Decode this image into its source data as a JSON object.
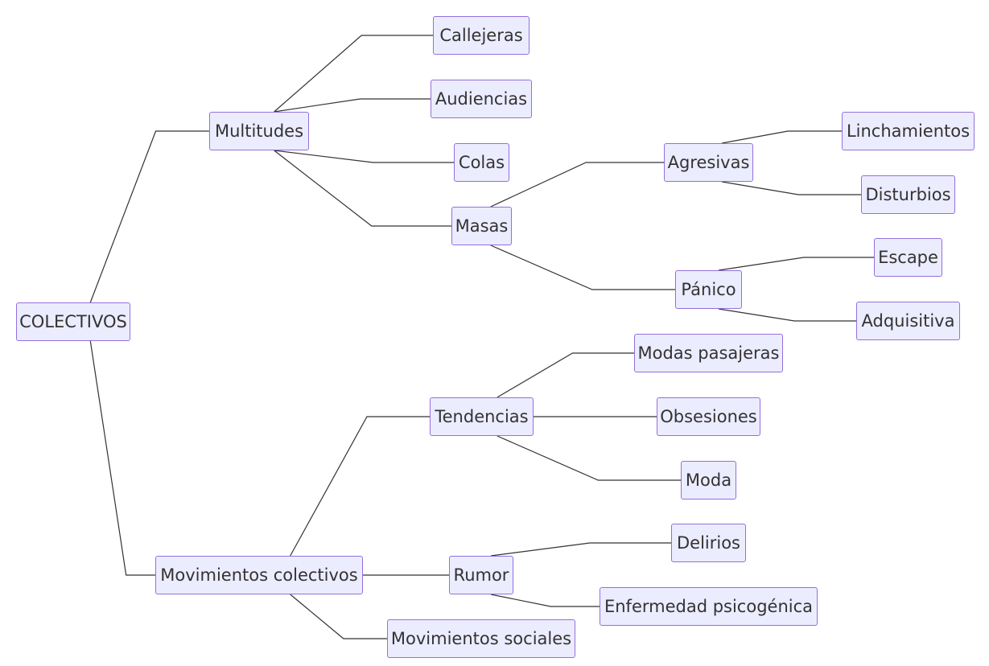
{
  "diagram": {
    "type": "mindmap",
    "nodes": [
      {
        "id": "colectivos",
        "label": "COLECTIVOS"
      },
      {
        "id": "multitudes",
        "label": "Multitudes"
      },
      {
        "id": "movimientos-colectivos",
        "label": "Movimientos colectivos"
      },
      {
        "id": "callejeras",
        "label": "Callejeras"
      },
      {
        "id": "audiencias",
        "label": "Audiencias"
      },
      {
        "id": "colas",
        "label": "Colas"
      },
      {
        "id": "masas",
        "label": "Masas"
      },
      {
        "id": "agresivas",
        "label": "Agresivas"
      },
      {
        "id": "panico",
        "label": "Pánico"
      },
      {
        "id": "linchamientos",
        "label": "Linchamientos"
      },
      {
        "id": "disturbios",
        "label": "Disturbios"
      },
      {
        "id": "escape",
        "label": "Escape"
      },
      {
        "id": "adquisitiva",
        "label": "Adquisitiva"
      },
      {
        "id": "tendencias",
        "label": "Tendencias"
      },
      {
        "id": "rumor",
        "label": "Rumor"
      },
      {
        "id": "movimientos-sociales",
        "label": "Movimientos sociales"
      },
      {
        "id": "modas-pasajeras",
        "label": "Modas pasajeras"
      },
      {
        "id": "obsesiones",
        "label": "Obsesiones"
      },
      {
        "id": "moda",
        "label": "Moda"
      },
      {
        "id": "delirios",
        "label": "Delirios"
      },
      {
        "id": "enfermedad-psicogenica",
        "label": "Enfermedad psicogénica"
      }
    ],
    "edges": [
      [
        "colectivos",
        "multitudes"
      ],
      [
        "colectivos",
        "movimientos-colectivos"
      ],
      [
        "multitudes",
        "callejeras"
      ],
      [
        "multitudes",
        "audiencias"
      ],
      [
        "multitudes",
        "colas"
      ],
      [
        "multitudes",
        "masas"
      ],
      [
        "masas",
        "agresivas"
      ],
      [
        "masas",
        "panico"
      ],
      [
        "agresivas",
        "linchamientos"
      ],
      [
        "agresivas",
        "disturbios"
      ],
      [
        "panico",
        "escape"
      ],
      [
        "panico",
        "adquisitiva"
      ],
      [
        "movimientos-colectivos",
        "tendencias"
      ],
      [
        "movimientos-colectivos",
        "rumor"
      ],
      [
        "movimientos-colectivos",
        "movimientos-sociales"
      ],
      [
        "tendencias",
        "modas-pasajeras"
      ],
      [
        "tendencias",
        "obsesiones"
      ],
      [
        "tendencias",
        "moda"
      ],
      [
        "rumor",
        "delirios"
      ],
      [
        "rumor",
        "enfermedad-psicogenica"
      ]
    ]
  }
}
